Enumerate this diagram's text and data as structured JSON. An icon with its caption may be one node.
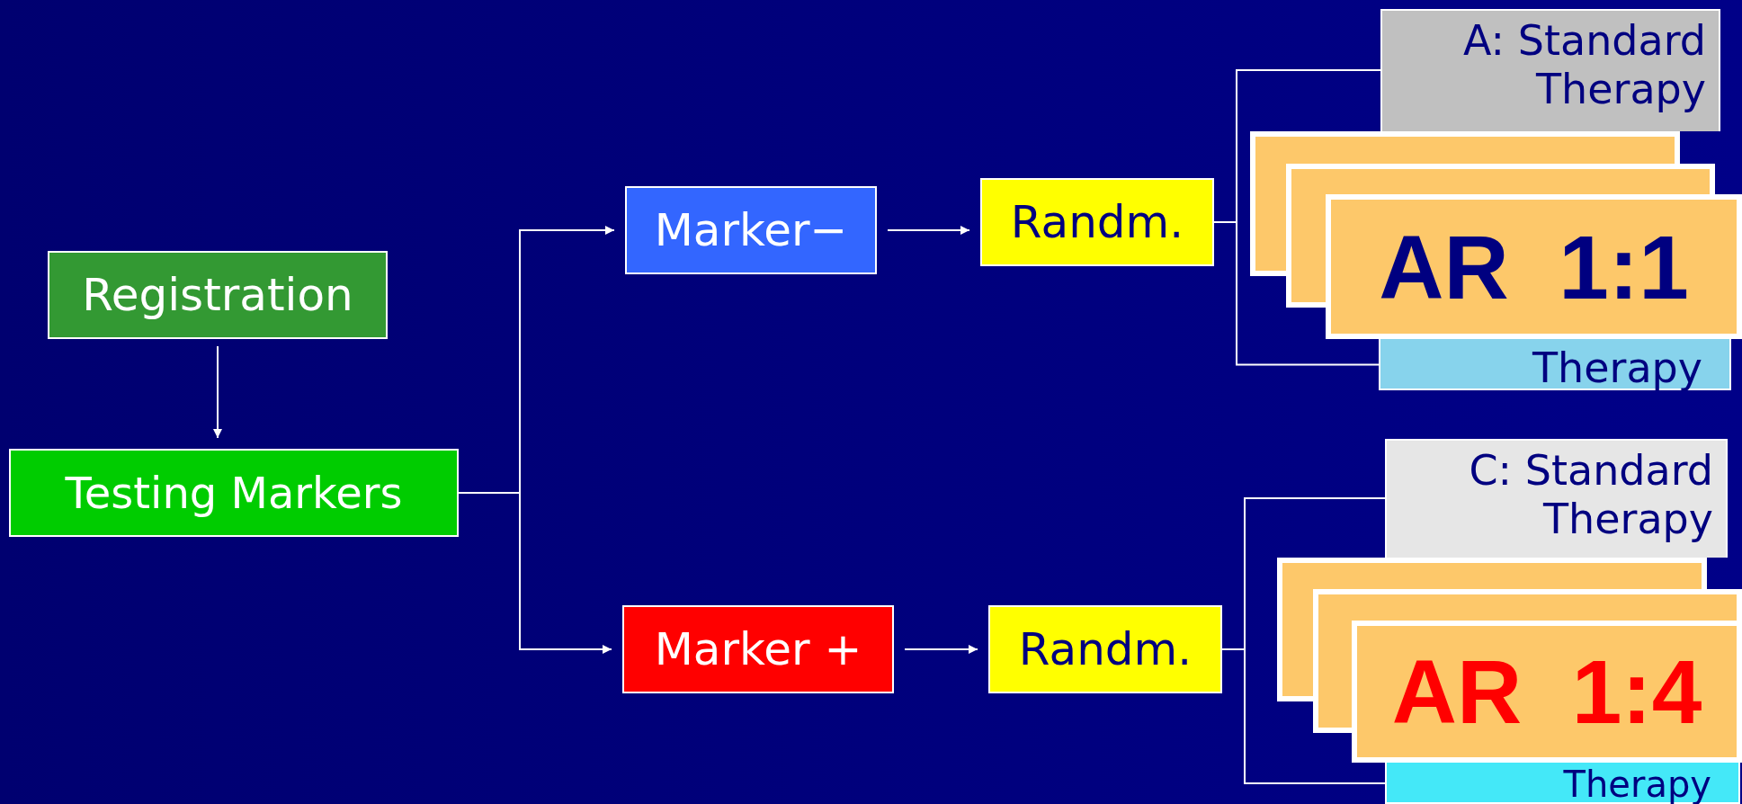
{
  "diagram": {
    "nodes": [
      {
        "text": [
          "Registration"
        ]
      },
      {
        "text": [
          "Testing Markers"
        ]
      },
      {
        "text": [
          "Marker−"
        ]
      },
      {
        "text": [
          "Randm."
        ]
      },
      {
        "text": [
          "A: Standard Therapy"
        ]
      },
      {
        "text": [
          "AR  1:1"
        ]
      },
      {
        "text": [
          "Therapy"
        ]
      },
      {
        "text": [
          "Marker +"
        ]
      },
      {
        "text": [
          "Randm."
        ]
      },
      {
        "text": [
          "C: Standard Therapy"
        ]
      },
      {
        "text": [
          "AR  1:4"
        ]
      },
      {
        "text": [
          "Therapy"
        ]
      }
    ],
    "edges": [
      {
        "from": 0,
        "to": 1,
        "arrow": "to"
      },
      {
        "from": 1,
        "to": 2,
        "arrow": "to"
      },
      {
        "from": 1,
        "to": 7,
        "arrow": "to"
      },
      {
        "from": 2,
        "to": 3,
        "arrow": "to"
      },
      {
        "from": 7,
        "to": 8,
        "arrow": "to"
      },
      {
        "from": 3,
        "to": 4,
        "arrow": "none"
      },
      {
        "from": 3,
        "to": 6,
        "arrow": "none"
      },
      {
        "from": 8,
        "to": 9,
        "arrow": "none"
      },
      {
        "from": 8,
        "to": 11,
        "arrow": "none"
      }
    ]
  }
}
